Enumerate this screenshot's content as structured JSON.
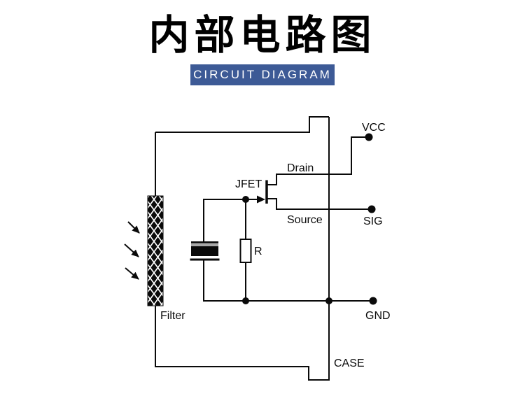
{
  "header": {
    "title": "内部电路图",
    "subtitle": "CIRCUIT DIAGRAM",
    "banner_color": "#3d5a96",
    "title_color": "#000000"
  },
  "circuit": {
    "labels": {
      "vcc": "VCC",
      "drain": "Drain",
      "jfet": "JFET",
      "source": "Source",
      "sig": "SIG",
      "gnd": "GND",
      "case_label": "CASE",
      "resistor": "R",
      "filter": "Filter"
    },
    "colors": {
      "wire": "#0a0a0a",
      "element_body": "#0a0a0a",
      "element_stripe": "#a8a8a8",
      "resistor_fill": "#ffffff",
      "filter_fill": "#0a0a0a",
      "filter_hatch": "#ffffff"
    }
  }
}
